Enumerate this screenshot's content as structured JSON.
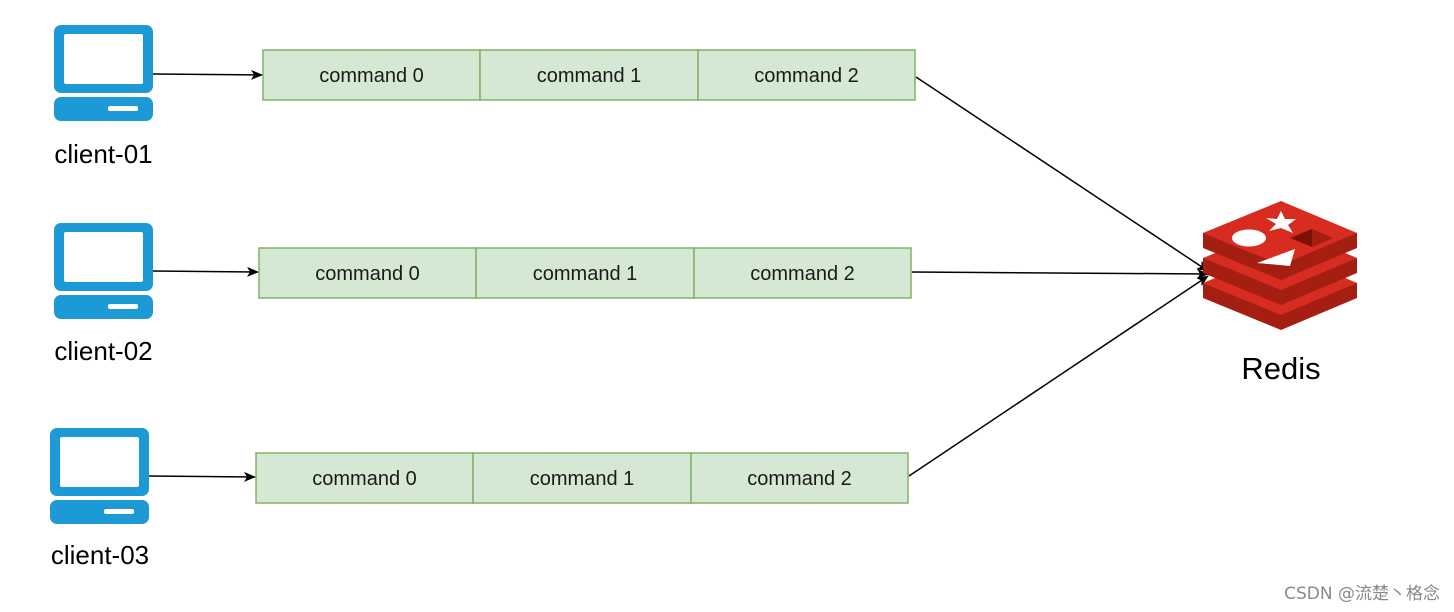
{
  "colors": {
    "monitor_blue": "#1d9ad6",
    "monitor_dark": "#1583b9",
    "queue_fill": "#d5e8d4",
    "queue_border": "#82b366",
    "redis_red": "#d82c20",
    "redis_dark": "#a41e11",
    "arrow": "#000000",
    "watermark": "#8a8a8a"
  },
  "clients": [
    {
      "label": "client-01",
      "icon": "desktop-computer-icon",
      "commands": [
        "command 0",
        "command 1",
        "command 2"
      ]
    },
    {
      "label": "client-02",
      "icon": "desktop-computer-icon",
      "commands": [
        "command 0",
        "command 1",
        "command 2"
      ]
    },
    {
      "label": "client-03",
      "icon": "desktop-computer-icon",
      "commands": [
        "command 0",
        "command 1",
        "command 2"
      ]
    }
  ],
  "server": {
    "label": "Redis",
    "icon": "redis-logo-icon"
  },
  "watermark": "CSDN @流楚丶格念"
}
